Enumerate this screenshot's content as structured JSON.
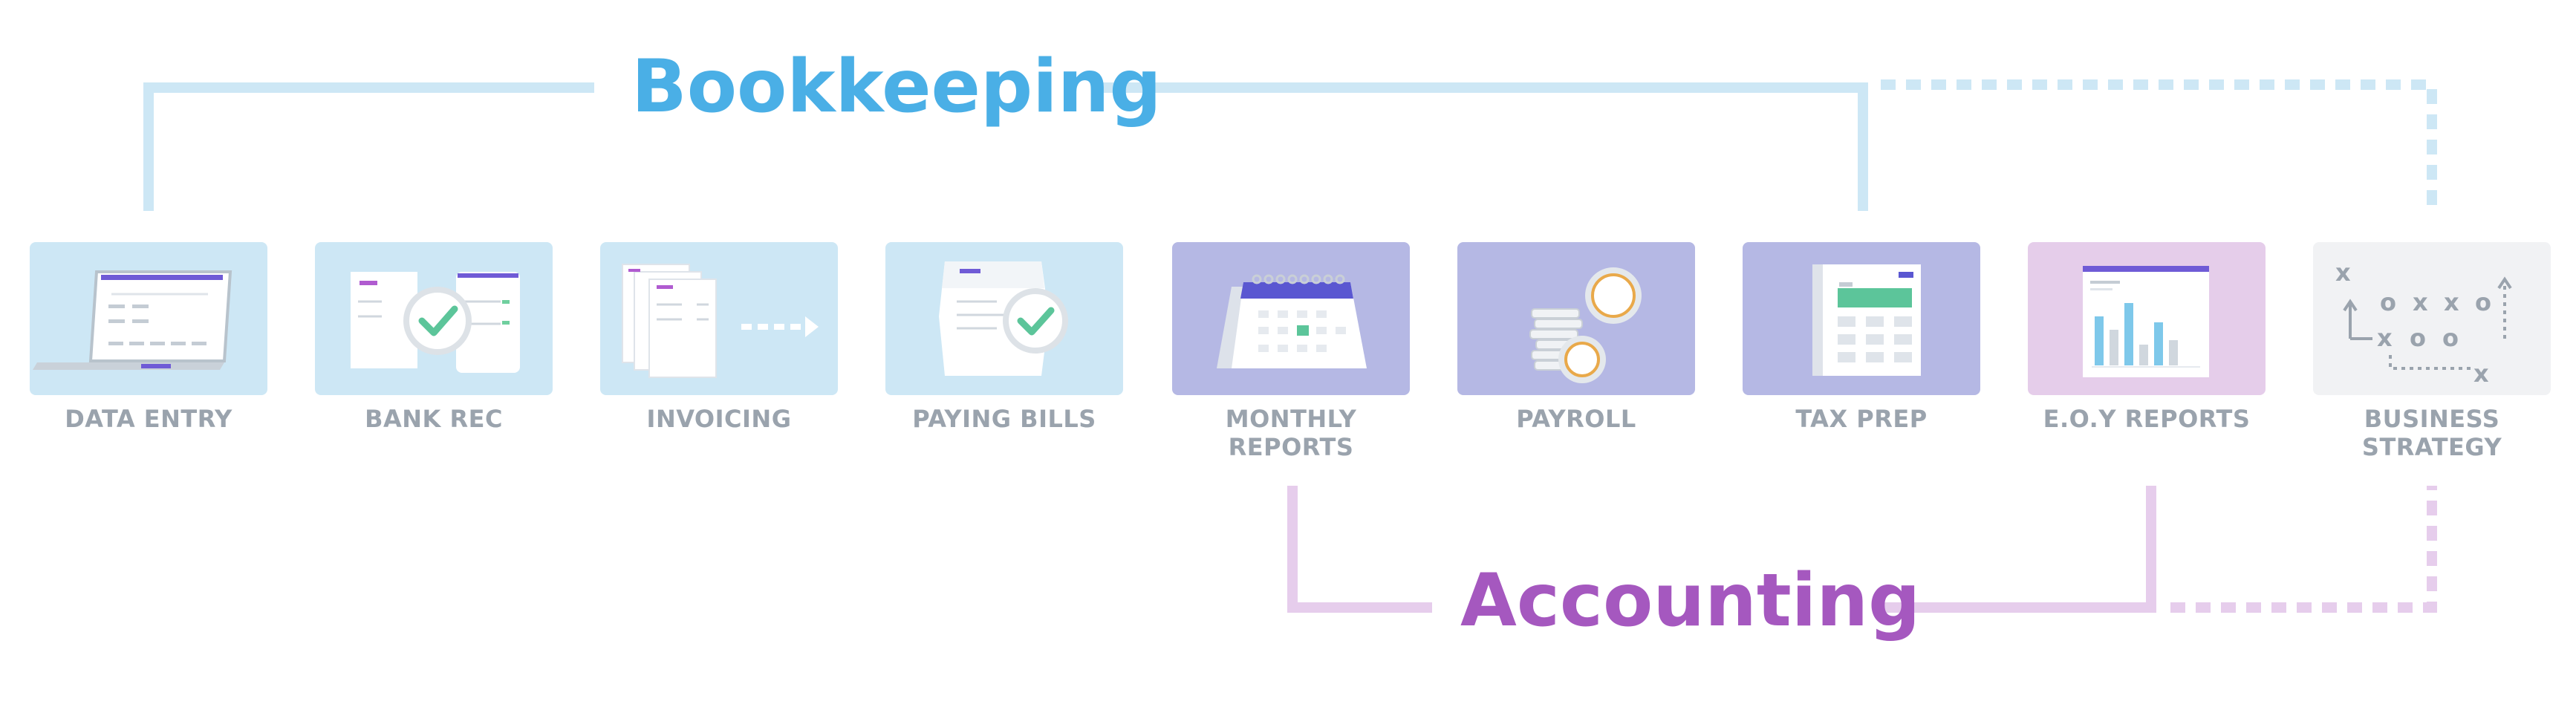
{
  "titles": {
    "bookkeeping": "Bookkeeping",
    "accounting": "Accounting"
  },
  "colors": {
    "bookkeeping_title": "#4aafe6",
    "accounting_title": "#a558bf",
    "bookkeeping_line": "#cde7f5",
    "accounting_line": "#e6cdec",
    "light_blue_card": "#cde7f5",
    "purple_card": "#b5b8e4",
    "pink_card": "#e5cdea",
    "grey_card": "#f1f2f4",
    "label_text": "#9aa3ad"
  },
  "steps": [
    {
      "id": "data-entry",
      "label_lines": [
        "DATA ENTRY"
      ],
      "icon": "laptop-icon"
    },
    {
      "id": "bank-rec",
      "label_lines": [
        "BANK REC"
      ],
      "icon": "bank-reconciliation-icon"
    },
    {
      "id": "invoicing",
      "label_lines": [
        "INVOICING"
      ],
      "icon": "invoice-stack-icon"
    },
    {
      "id": "paying-bills",
      "label_lines": [
        "PAYING BILLS"
      ],
      "icon": "bill-check-icon"
    },
    {
      "id": "monthly-reports",
      "label_lines": [
        "MONTHLY",
        "REPORTS"
      ],
      "icon": "calendar-icon"
    },
    {
      "id": "payroll",
      "label_lines": [
        "PAYROLL"
      ],
      "icon": "coins-icon"
    },
    {
      "id": "tax-prep",
      "label_lines": [
        "TAX PREP"
      ],
      "icon": "calculator-icon"
    },
    {
      "id": "eoy-reports",
      "label_lines": [
        "E.O.Y REPORTS"
      ],
      "icon": "bar-chart-report-icon"
    },
    {
      "id": "business-strategy",
      "label_lines": [
        "BUSINESS",
        "STRATEGY"
      ],
      "icon": "play-diagram-icon"
    }
  ],
  "strategy_marks": {
    "row1": [
      "x"
    ],
    "row2": [
      "o",
      "x",
      "x",
      "o"
    ],
    "row3": [
      "x",
      "o",
      "o"
    ],
    "row4": [
      "x"
    ]
  }
}
